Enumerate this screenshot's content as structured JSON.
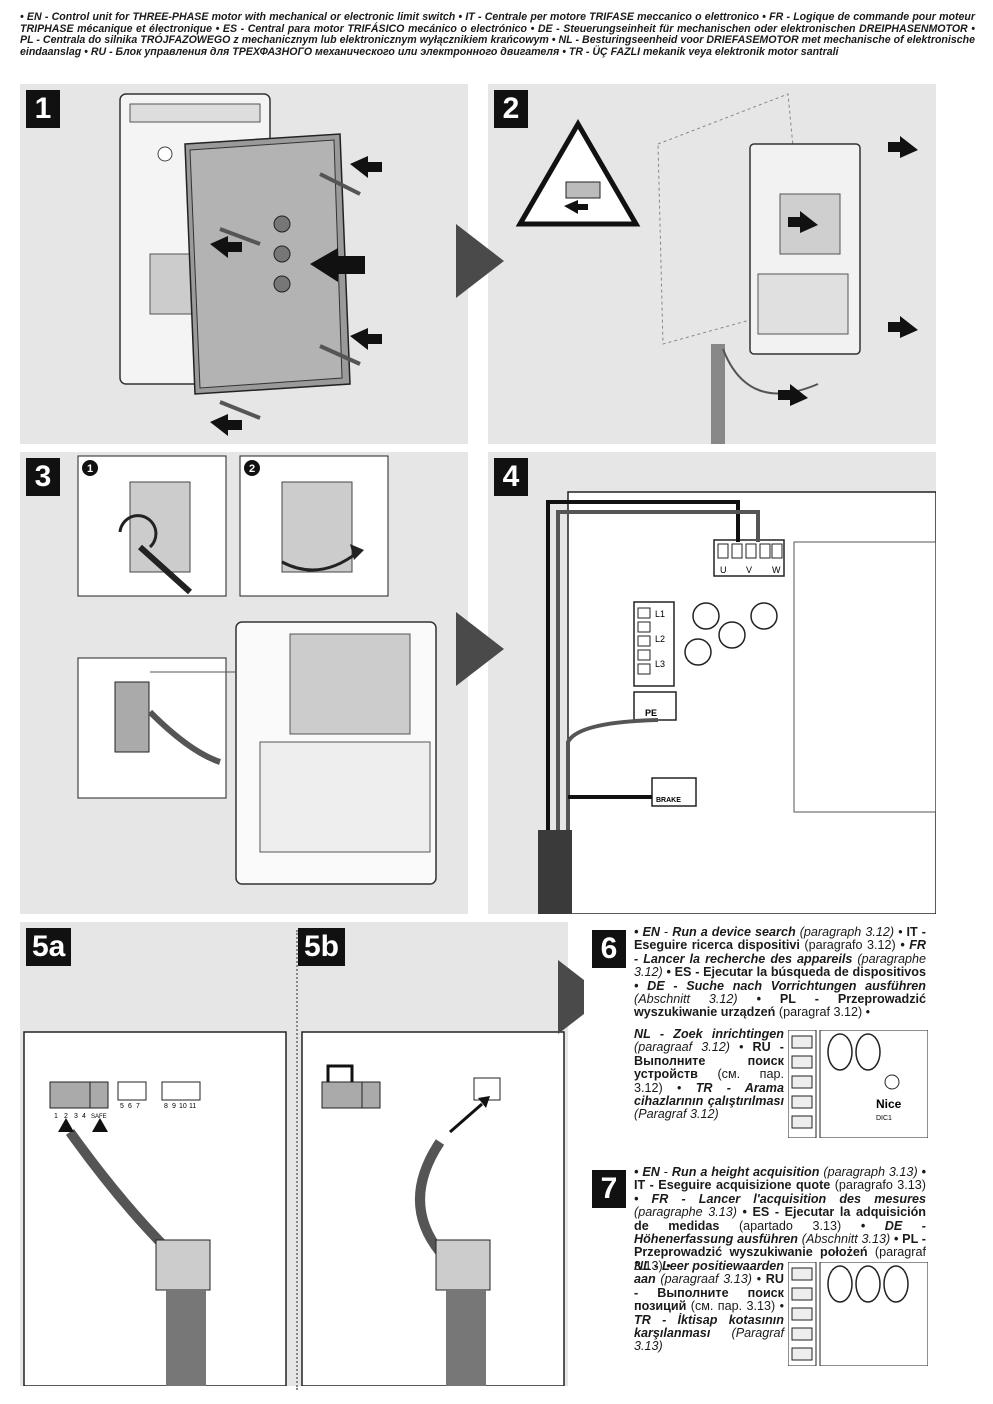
{
  "header": {
    "text": "• EN - Control unit for THREE-PHASE motor with mechanical or electronic limit switch • IT - Centrale per motore TRIFASE meccanico o elettronico • FR - Logique de commande pour moteur TRIPHASE mécanique et électronique • ES - Central para motor TRIFÁSICO mecánico o electrónico • DE - Steuerungseinheit für mechanischen oder elektronischen DREIPHASENMOTOR • PL - Centrala do silnika TRÓJFAZOWEGO z mechanicznym lub elektronicznym wyłącznikiem krańcowym • NL - Besturingseenheid voor DRIEFASEMOTOR met mechanische of elektronische eindaanslag • RU - Блок управления для ТРЕХФАЗНОГО механического или электронного двигателя • TR - ÜÇ FAZLI mekanik veya elektronik motor santrali"
  },
  "steps": {
    "s1": "1",
    "s2": "2",
    "s3": "3",
    "s4": "4",
    "s5a": "5a",
    "s5b": "5b",
    "s6": "6",
    "s7": "7",
    "sub1": "1",
    "sub2": "2"
  },
  "terminals": {
    "u": "U",
    "v": "V",
    "w": "W",
    "l1": "L1",
    "l2": "L2",
    "l3": "L3",
    "pe": "PE",
    "brake": "BRAKE",
    "t1": "1",
    "t2": "2",
    "t3": "3",
    "t4": "4",
    "safe": "SAFE",
    "t5": "5",
    "t6": "6",
    "t7": "7",
    "t8": "8",
    "t9": "9",
    "t10": "10",
    "t11": "11"
  },
  "device": {
    "brand": "Nice",
    "model": "DIC1"
  },
  "step6": {
    "l1a": "• EN",
    "l1b": " - ",
    "l1c": "Run a device search",
    "l1d": " (paragraph 3.12) •",
    "l2a": "IT",
    "l2b": " - Eseguire ricerca dispositivi",
    "l2c": " (paragrafo 3.12)",
    "l3a": "• FR",
    "l3b": " - Lancer la recherche des appareils",
    "l3c": " (paragraphe 3.12)",
    "l4a": " • ES",
    "l4b": " - Ejecutar la búsqueda de dispositivos",
    "l4c": " • DE",
    "l5a": " - Suche nach Vorrichtungen ausführen",
    "l5b": " (Abschnitt 3.12)",
    "l5c": " • PL",
    "l6a": " - Przeprowadzić wyszukiwanie urządzeń",
    "l6b": " (paragraf 3.12) •",
    "l7a": "NL",
    "l7b": " - Zoek inrichtingen",
    "l7c": " (paragraaf 3.12) •",
    "l8a": "RU",
    "l8b": " - Выполните поиск устройств",
    "l8c": " (см. пар. 3.12) •",
    "l9a": "TR",
    "l9b": " - Arama cihazlarının çalıştırılması",
    "l9c": " (Paragraf 3.12)"
  },
  "step7": {
    "l1a": "• EN",
    "l1b": " - ",
    "l1c": "Run a height acquisition",
    "l1d": " (paragraph 3.13)",
    "l2a": " • IT",
    "l2b": " - Eseguire acquisizione quote",
    "l2c": " (paragrafo 3.13)",
    "l3a": " • FR",
    "l3b": " - Lancer l'acquisition des mesures",
    "l3c": " (paragraphe 3.13)",
    "l4a": " • ES",
    "l4b": " - Ejecutar la adquisición de medidas",
    "l4c": " (apartado 3.13)",
    "l5a": " • DE",
    "l5b": " - Höhenerfassung ausführen",
    "l5c": " (Abschnitt 3.13)",
    "l6a": " • PL",
    "l6b": " - Przeprowadzić wyszukiwanie położeń",
    "l6c": " (paragraf 3.13) •",
    "l7a": "NL",
    "l7b": " - Leer positiewaarden aan",
    "l7c": " (paragraaf 3.13) •",
    "l8a": "RU",
    "l8b": " - Выполните поиск позиций",
    "l8c": " (см. пар. 3.13) •",
    "l9a": "TR",
    "l9b": " - İktisap kotasının karşılanması",
    "l9c": " (Paragraf 3.13)"
  },
  "colors": {
    "panel": "#e6e6e6",
    "dark": "#111111",
    "arrow": "#4a4a4a"
  }
}
